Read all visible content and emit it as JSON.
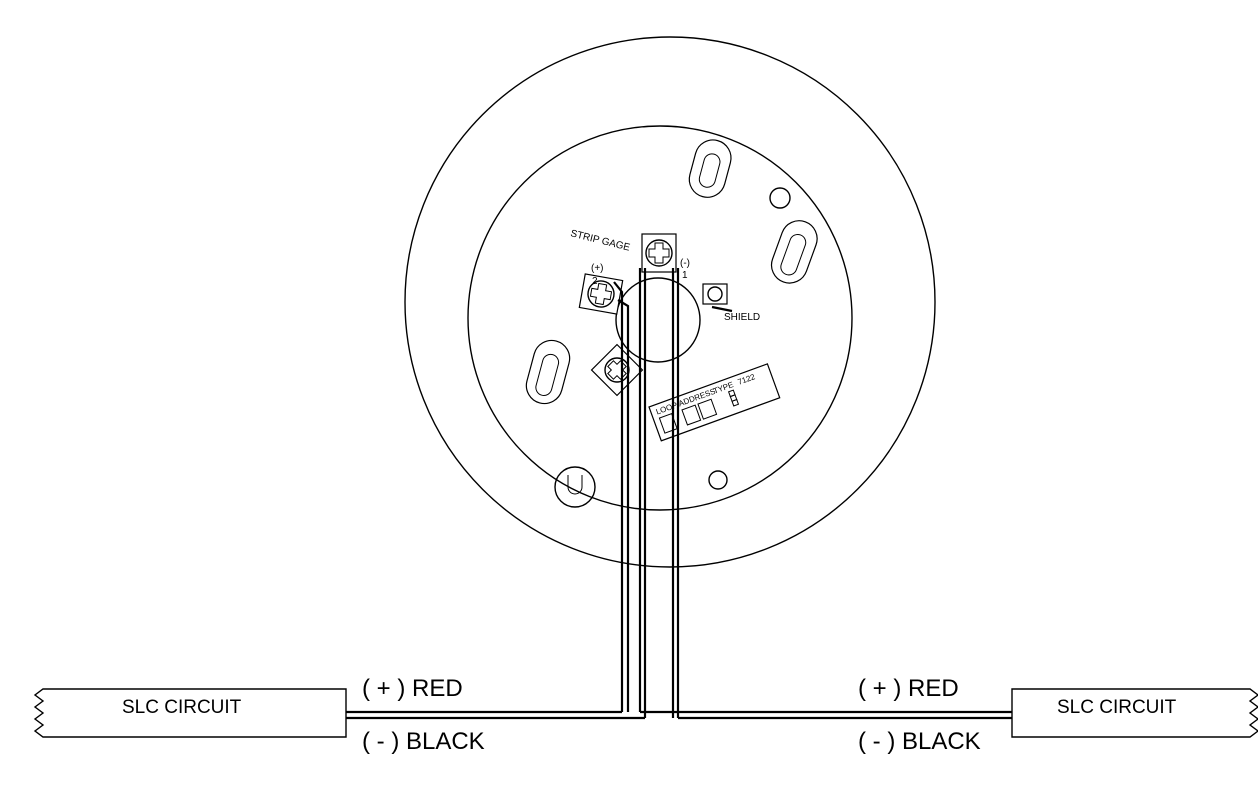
{
  "labels": {
    "strip_gage": "STRIP GAGE",
    "plus_terminal": "(+)",
    "plus_terminal_num": "2",
    "minus_terminal": "(-)",
    "minus_terminal_num": "1",
    "shield": "SHIELD",
    "label_loop": "LOOP",
    "label_address": "ADDRESS",
    "label_type": "TYPE",
    "label_model": "7122",
    "left_red": "( + ) RED",
    "left_black": "( - ) BLACK",
    "right_red": "( + ) RED",
    "right_black": "( - ) BLACK",
    "left_box": "SLC CIRCUIT",
    "right_box": "SLC CIRCUIT"
  }
}
